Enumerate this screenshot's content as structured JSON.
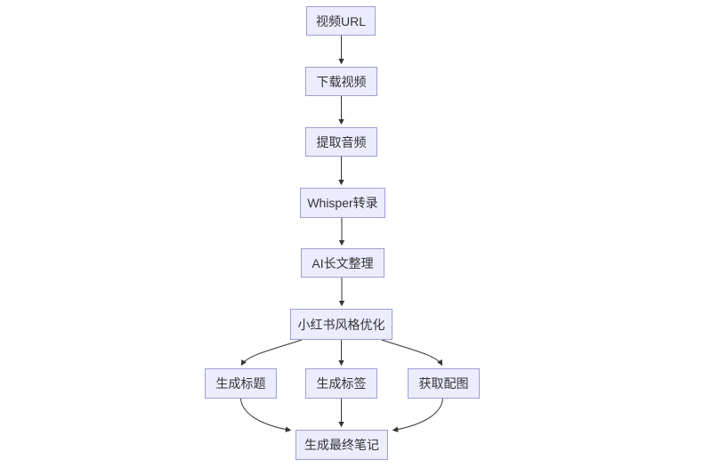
{
  "diagram": {
    "type": "flowchart",
    "direction": "top-down",
    "nodes": [
      {
        "id": "video-url",
        "label": "视频URL"
      },
      {
        "id": "download-video",
        "label": "下载视频"
      },
      {
        "id": "extract-audio",
        "label": "提取音频"
      },
      {
        "id": "whisper",
        "label": "Whisper转录"
      },
      {
        "id": "ai-longtext",
        "label": "AI长文整理"
      },
      {
        "id": "xhs-style",
        "label": "小红书风格优化"
      },
      {
        "id": "gen-title",
        "label": "生成标题"
      },
      {
        "id": "gen-tags",
        "label": "生成标签"
      },
      {
        "id": "get-images",
        "label": "获取配图"
      },
      {
        "id": "final-note",
        "label": "生成最终笔记"
      }
    ],
    "edges": [
      {
        "from": "视频URL",
        "to": "下载视频"
      },
      {
        "from": "下载视频",
        "to": "提取音频"
      },
      {
        "from": "提取音频",
        "to": "Whisper转录"
      },
      {
        "from": "Whisper转录",
        "to": "AI长文整理"
      },
      {
        "from": "AI长文整理",
        "to": "小红书风格优化"
      },
      {
        "from": "小红书风格优化",
        "to": "生成标题"
      },
      {
        "from": "小红书风格优化",
        "to": "生成标签"
      },
      {
        "from": "小红书风格优化",
        "to": "获取配图"
      },
      {
        "from": "生成标题",
        "to": "生成最终笔记"
      },
      {
        "from": "生成标签",
        "to": "生成最终笔记"
      },
      {
        "from": "获取配图",
        "to": "生成最终笔记"
      }
    ],
    "colors": {
      "node_fill": "#ECECFF",
      "node_border": "#9F9FD4",
      "edge": "#333333",
      "text": "#333333",
      "background": "#FFFFFF"
    }
  }
}
